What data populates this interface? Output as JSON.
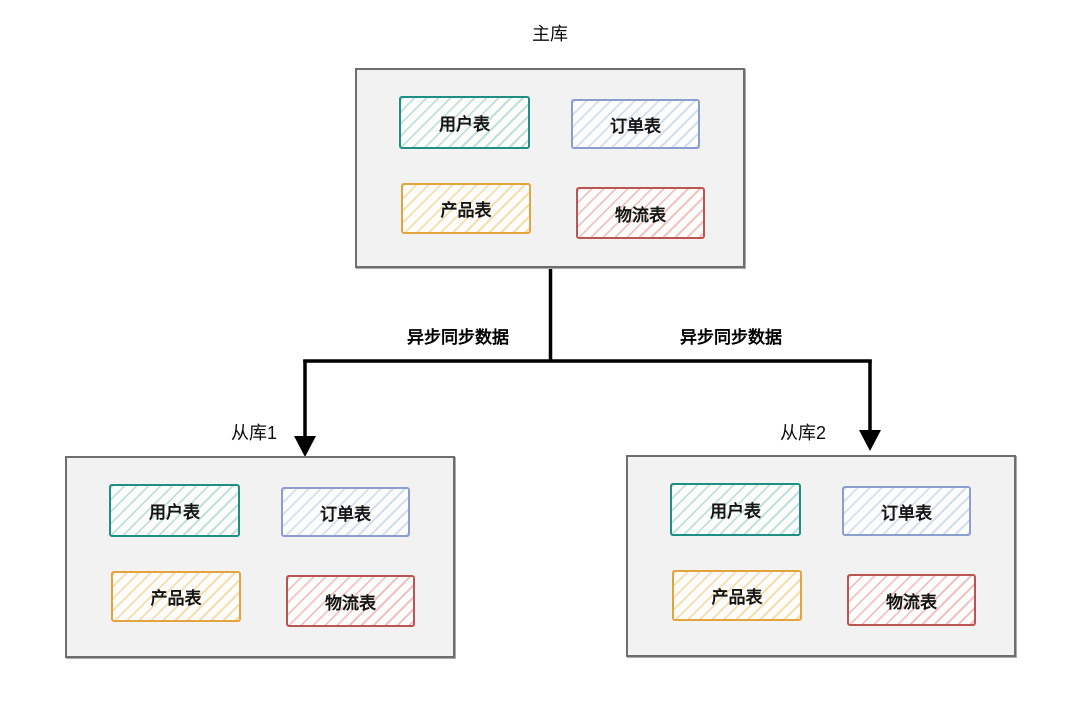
{
  "palette": {
    "teal": "#1d8f85",
    "teal-hatch": "#bfe0dc",
    "blue": "#8b9fce",
    "blue-hatch": "#d4def1",
    "orange": "#e3a33d",
    "orange-hatch": "#f6ddb0",
    "red": "#ba5551",
    "red-hatch": "#efc4c2",
    "box-fill": "#f2f2f3",
    "box-border": "#6e6e6e",
    "line": "#000000"
  },
  "databases": [
    {
      "label": "主库",
      "tables": [
        {
          "label": "用户表",
          "color": "teal"
        },
        {
          "label": "订单表",
          "color": "blue"
        },
        {
          "label": "产品表",
          "color": "orange"
        },
        {
          "label": "物流表",
          "color": "red"
        }
      ]
    },
    {
      "label": "从库1",
      "tables": [
        {
          "label": "用户表",
          "color": "teal"
        },
        {
          "label": "订单表",
          "color": "blue"
        },
        {
          "label": "产品表",
          "color": "orange"
        },
        {
          "label": "物流表",
          "color": "red"
        }
      ]
    },
    {
      "label": "从库2",
      "tables": [
        {
          "label": "用户表",
          "color": "teal"
        },
        {
          "label": "订单表",
          "color": "blue"
        },
        {
          "label": "产品表",
          "color": "orange"
        },
        {
          "label": "物流表",
          "color": "red"
        }
      ]
    }
  ],
  "edges": [
    {
      "from": "主库",
      "to": "从库1",
      "label": "异步同步数据"
    },
    {
      "from": "主库",
      "to": "从库2",
      "label": "异步同步数据"
    }
  ]
}
